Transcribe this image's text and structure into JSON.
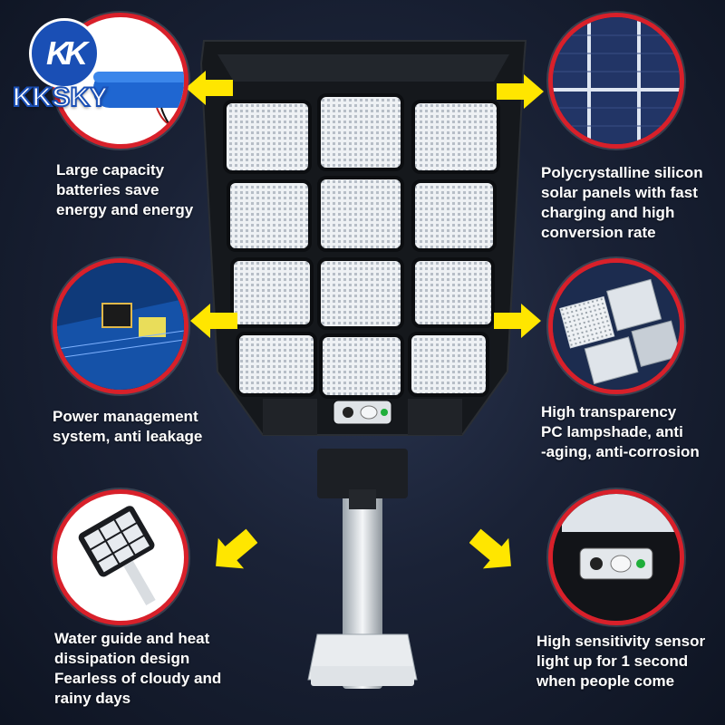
{
  "brand": {
    "name": "KKSKY",
    "logo_letters": "KK"
  },
  "features": [
    {
      "id": "battery",
      "text": "Large capacity\nbatteries save\nenergy and energy"
    },
    {
      "id": "solar-panel",
      "text": "Polycrystalline silicon\nsolar panels with fast\ncharging and high\nconversion rate"
    },
    {
      "id": "power-management",
      "text": "Power management\nsystem, anti leakage"
    },
    {
      "id": "lampshade",
      "text": "High transparency\nPC lampshade, anti\n-aging, anti-corrosion"
    },
    {
      "id": "heat-dissipation",
      "text": "Water guide and heat\ndissipation design\nFearless of cloudy and\nrainy days"
    },
    {
      "id": "sensor",
      "text": "High sensitivity sensor\nlight up for 1 second\nwhen people come"
    }
  ],
  "colors": {
    "accent_red": "#d8202a",
    "arrow_yellow": "#ffe600",
    "background": "#1a2236",
    "brand_blue": "#1a4fb5"
  }
}
